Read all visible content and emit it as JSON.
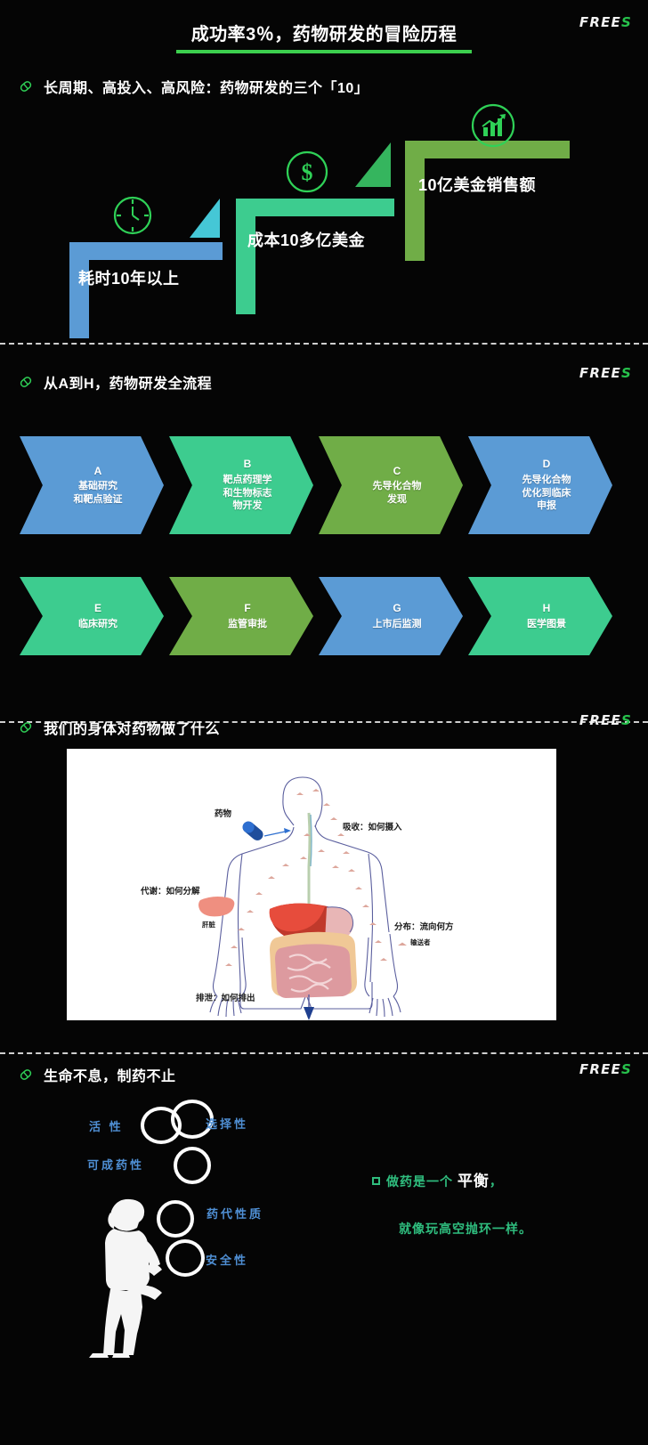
{
  "brand": {
    "white": "FREE",
    "green": "S"
  },
  "header": {
    "title": "成功率3％，药物研发的冒险历程"
  },
  "colors": {
    "accent_green": "#3ccf4e",
    "blue": "#5b9bd5",
    "teal": "#3dcc8f",
    "olive": "#70ad47",
    "cyan": "#45c7d6",
    "label_blue": "#4f8fd4",
    "mint": "#2fbd7e"
  },
  "section1": {
    "title": "长周期、高投入、高风险：药物研发的三个「10」",
    "icon": "pill-icon",
    "steps": [
      {
        "label": "耗时10年以上",
        "color": "#5b9bd5",
        "icon": "clock-icon"
      },
      {
        "label": "成本10多亿美金",
        "color": "#3dcc8f",
        "icon": "dollar-icon"
      },
      {
        "label": "10亿美金销售额",
        "color": "#70ad47",
        "icon": "growth-chart-icon"
      }
    ]
  },
  "section2": {
    "title": "从A到H，药物研发全流程",
    "icon": "pill-icon",
    "row1": [
      {
        "letter": "A",
        "text": "基础研究\n和靶点验证",
        "color": "#5b9bd5"
      },
      {
        "letter": "B",
        "text": "靶点药理学\n和生物标志\n物开发",
        "color": "#3dcc8f"
      },
      {
        "letter": "C",
        "text": "先导化合物\n发现",
        "color": "#70ad47"
      },
      {
        "letter": "D",
        "text": "先导化合物\n优化到临床\n申报",
        "color": "#5b9bd5"
      }
    ],
    "row2": [
      {
        "letter": "E",
        "text": "临床研究",
        "color": "#3dcc8f"
      },
      {
        "letter": "F",
        "text": "监管审批",
        "color": "#70ad47"
      },
      {
        "letter": "G",
        "text": "上市后监测",
        "color": "#5b9bd5"
      },
      {
        "letter": "H",
        "text": "医学图景",
        "color": "#3dcc8f"
      }
    ]
  },
  "section3": {
    "title": "我们的身体对药物做了什么",
    "icon": "pill-icon",
    "labels": {
      "drug": "药物",
      "absorption": "吸收：如何摄入",
      "metabolism": "代谢：如何分解",
      "liver": "肝脏",
      "distribution": "分布：流向何方",
      "transporter": "输送者",
      "excretion": "排泄：如何排出"
    }
  },
  "section4": {
    "title": "生命不息，制药不止",
    "icon": "pill-icon",
    "ring_labels": [
      "活 性",
      "选择性",
      "可成药性",
      "药代性质",
      "安全性"
    ],
    "statement": {
      "line1_pre": "做药是一个",
      "line1_highlight": "平衡",
      "line1_post": "，",
      "line2": "就像玩高空抛环一样。"
    }
  }
}
